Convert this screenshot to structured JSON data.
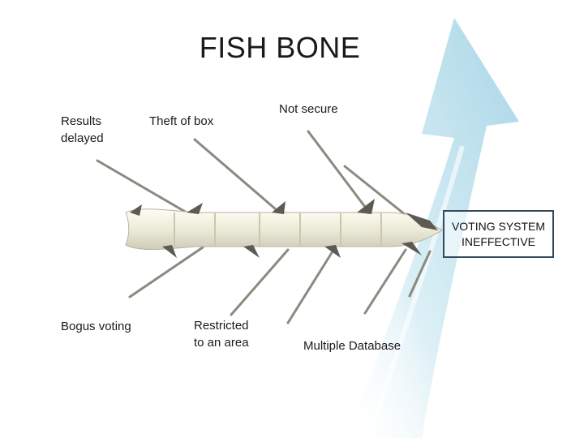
{
  "title": "FISH BONE",
  "effect": "VOTING SYSTEM\nINEFFECTIVE",
  "causes": {
    "top": [
      "Results\ndelayed",
      "Theft of box",
      "Not secure"
    ],
    "bottom": [
      "Bogus voting",
      "Restricted\nto an area",
      "Multiple Database"
    ]
  },
  "colors": {
    "arrow": "#a9d8e8",
    "spine": "#eeeede",
    "box_border": "#34495e",
    "text": "#1a1a1a"
  }
}
